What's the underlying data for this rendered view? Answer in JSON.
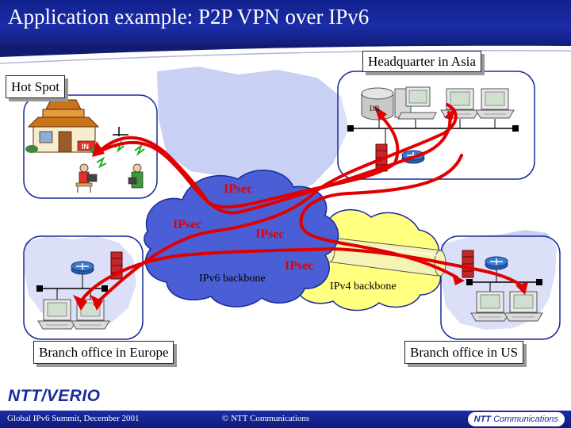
{
  "slide": {
    "title": "Application example: P2P VPN over IPv6"
  },
  "sites": {
    "headquarter": "Headquarter in Asia",
    "hotspot": "Hot Spot",
    "europe": "Branch office in Europe",
    "us": "Branch office in US"
  },
  "network": {
    "ipv6_backbone": "IPv6 backbone",
    "ipv4_backbone": "IPv4 backbone",
    "ipsec": [
      "IPsec",
      "IPsec",
      "IPsec",
      "IPsec"
    ],
    "db_label": "DB"
  },
  "footer": {
    "left": "Global IPv6 Summit, December 2001",
    "center": "© NTT Communications",
    "logo_ntt": "NTT",
    "logo_communications": "Communications"
  },
  "brand": {
    "logo": "NTT/VERIO"
  },
  "icons": [
    "house-icon",
    "wireless-laptop-user-icon",
    "database-server-icon",
    "desktop-computer-icon",
    "firewall-icon",
    "router-icon",
    "lan-segment-icon",
    "ipsec-tunnel-path"
  ],
  "colors": {
    "title_bar": "#1b2ca6",
    "ipsec_tunnel": "#e00000",
    "ipv6_cloud": "#4a5fd6",
    "ipv4_cloud": "#ffff80",
    "map": "#c8d0f4",
    "firewall": "#c0282c",
    "router": "#3a7ad0"
  }
}
